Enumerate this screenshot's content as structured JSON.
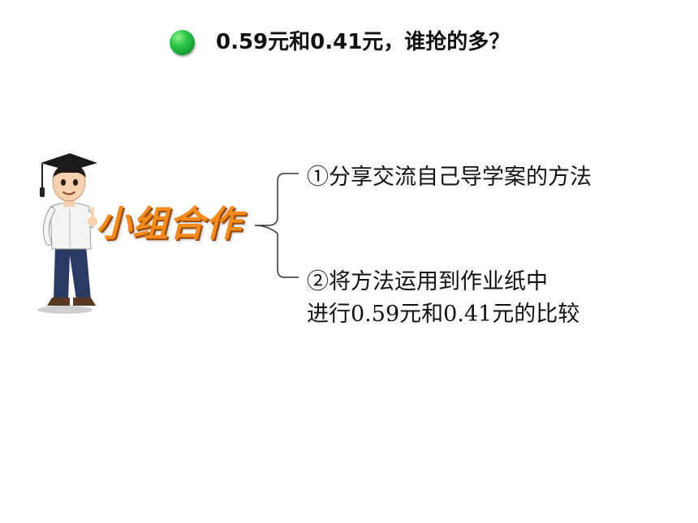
{
  "title": {
    "question": "0.59元和0.41元，谁抢的多？"
  },
  "badge": {
    "label": "小组合作"
  },
  "steps": [
    {
      "text": "①分享交流自己导学案的方法"
    },
    {
      "line1": "②将方法运用到作业纸中",
      "line2": "进行0.59元和0.41元的比较"
    }
  ],
  "icons": {
    "bullet": "green-dot-icon",
    "figure": "teacher-graduation-cap-icon",
    "brace": "left-brace-icon"
  },
  "colors": {
    "bullet": "#1fb844",
    "badge": "#f28a1c",
    "text": "#111111"
  }
}
